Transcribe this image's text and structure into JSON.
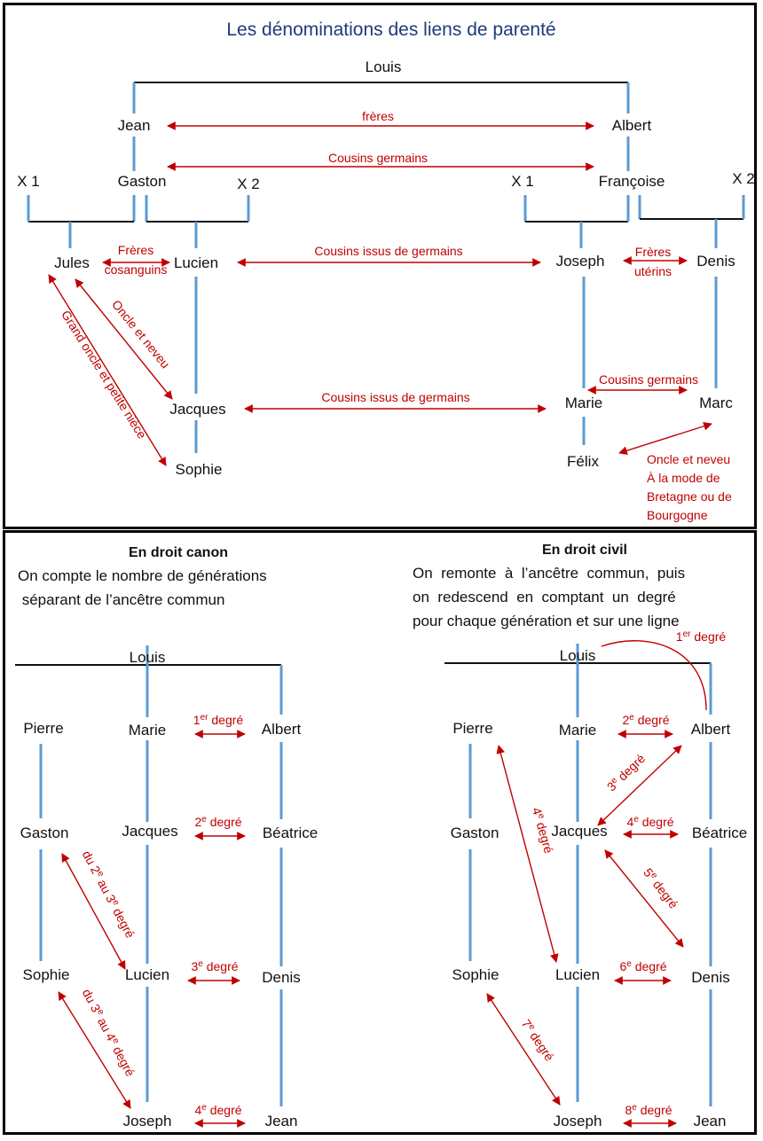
{
  "title": "Les dénominations des liens de parenté",
  "top_tree": {
    "nodes": {
      "louis": "Louis",
      "jean": "Jean",
      "albert": "Albert",
      "x1_left": "X 1",
      "gaston": "Gaston",
      "x2_left": "X 2",
      "x1_right": "X 1",
      "francoise": "Françoise",
      "x2_right": "X 2",
      "jules": "Jules",
      "lucien": "Lucien",
      "joseph": "Joseph",
      "denis": "Denis",
      "jacques": "Jacques",
      "marie": "Marie",
      "marc": "Marc",
      "sophie": "Sophie",
      "felix": "Félix"
    },
    "relations": {
      "freres": "frères",
      "cousins_germains_1": "Cousins germains",
      "freres_cons_1": "Frères",
      "freres_cons_2": "cosanguins",
      "cousins_issus_1": "Cousins issus de  germains",
      "freres_ut_1": "Frères",
      "freres_ut_2": "utérins",
      "oncle_neveu": "Oncle et neveu",
      "grand_oncle": "Grand oncle et petite nièce",
      "cousins_issus_2": "Cousins issus de  germains",
      "cousins_germains_2": "Cousins germains",
      "bretagne_1": "Oncle et neveu",
      "bretagne_2": "À la mode de",
      "bretagne_3": "Bretagne ou de",
      "bretagne_4": "Bourgogne"
    }
  },
  "canon": {
    "heading": "En droit canon",
    "line1": "On compte le nombre de générations",
    "line2": " séparant de l’ancêtre commun",
    "nodes": {
      "louis": "Louis",
      "pierre": "Pierre",
      "marie": "Marie",
      "albert": "Albert",
      "gaston": "Gaston",
      "jacques": "Jacques",
      "beatrice": "Béatrice",
      "sophie": "Sophie",
      "lucien": "Lucien",
      "denis": "Denis",
      "joseph": "Joseph",
      "jean": "Jean"
    },
    "degrees": [
      {
        "num": "1",
        "sup": "er",
        "word": " degré"
      },
      {
        "num": "2",
        "sup": "e",
        "word": " degré"
      },
      {
        "num": "3",
        "sup": "e",
        "word": " degré"
      },
      {
        "num": "4",
        "sup": "e",
        "word": " degré"
      }
    ],
    "diag1": {
      "a": "du 2",
      "sa": "e",
      "b": " au 3",
      "sb": "e",
      "c": " degré"
    },
    "diag2": {
      "a": "du 3",
      "sa": "e",
      "b": " au 4",
      "sb": "e",
      "c": " degré"
    }
  },
  "civil": {
    "heading": "En droit civil",
    "line1": "On  remonte  à  l’ancêtre  commun,  puis",
    "line2": "on  redescend  en  comptant  un  degré",
    "line3": "pour chaque génération et sur une ligne",
    "nodes": {
      "louis": "Louis",
      "pierre": "Pierre",
      "marie": "Marie",
      "albert": "Albert",
      "gaston": "Gaston",
      "jacques": "Jacques",
      "beatrice": "Béatrice",
      "sophie": "Sophie",
      "lucien": "Lucien",
      "denis": "Denis",
      "joseph": "Joseph",
      "jean": "Jean"
    },
    "degrees": [
      {
        "num": "1",
        "sup": "er",
        "word": " degré"
      },
      {
        "num": "2",
        "sup": "e",
        "word": " degré"
      },
      {
        "num": "3",
        "sup": "e",
        "word": " degré"
      },
      {
        "num": "4",
        "sup": "e",
        "word": " degré"
      },
      {
        "num": "4",
        "sup": "e",
        "word": " degré"
      },
      {
        "num": "5",
        "sup": "e",
        "word": " degré"
      },
      {
        "num": "6",
        "sup": "e",
        "word": " degré"
      },
      {
        "num": "7",
        "sup": "e",
        "word": " degré"
      },
      {
        "num": "8",
        "sup": "e",
        "word": " degré"
      }
    ]
  },
  "colors": {
    "line": "#5b9bd5",
    "relation": "#c00000",
    "title": "#1f3a7a"
  }
}
